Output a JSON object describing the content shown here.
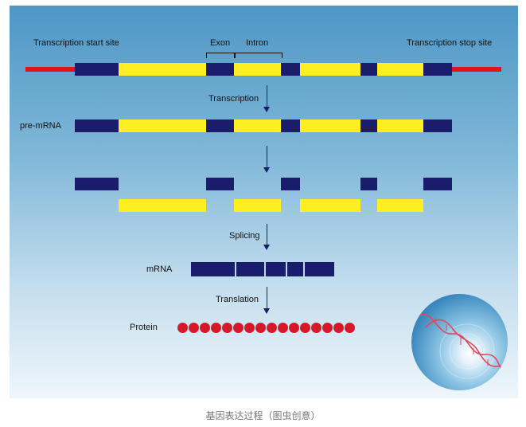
{
  "labels": {
    "transcription_start": "Transcription start site",
    "transcription_stop": "Transcription stop site",
    "exon": "Exon",
    "intron": "Intron",
    "pre_mrna": "pre-mRNA",
    "mrna": "mRNA",
    "protein": "Protein"
  },
  "steps": {
    "transcription": "Transcription",
    "splicing": "Splicing",
    "translation": "Translation"
  },
  "caption": "基因表达过程（图虫创意）",
  "colors": {
    "exon": "#1a1d6b",
    "intron": "#ffee22",
    "flank": "#e0151a",
    "protein": "#d6192a"
  },
  "gene_structure": [
    "exon",
    "intron",
    "exon",
    "intron",
    "exon",
    "intron",
    "exon",
    "intron",
    "exon"
  ],
  "mrna_exon_count": 5,
  "protein_residue_count": 16
}
